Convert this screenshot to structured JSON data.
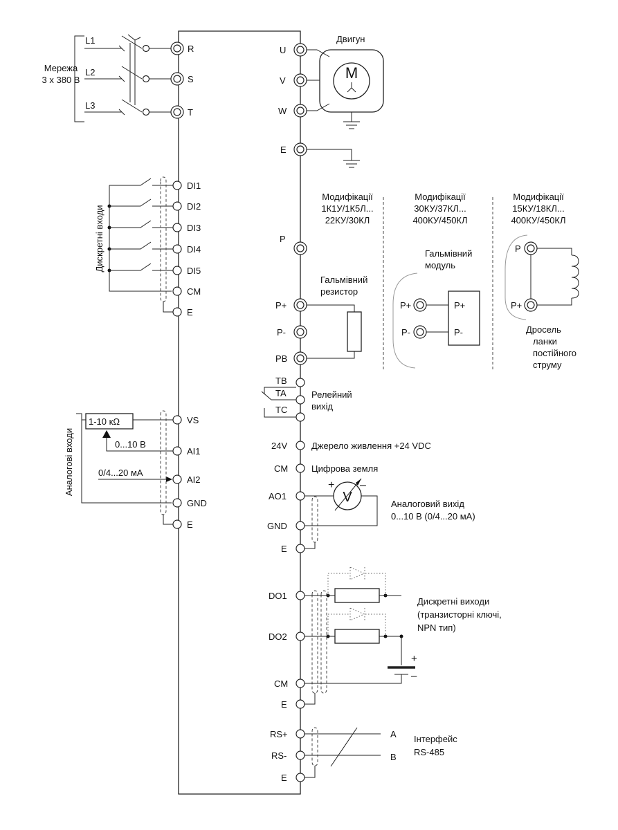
{
  "network": {
    "label_line1": "Мережа",
    "label_line2": "3 x 380 В",
    "lines": [
      "L1",
      "L2",
      "L3"
    ]
  },
  "power_terminals": [
    "R",
    "S",
    "T"
  ],
  "motor": {
    "title": "Двигун",
    "symbol": "M",
    "terminals": [
      "U",
      "V",
      "W"
    ],
    "earth": "E"
  },
  "digital_inputs": {
    "group_label": "Дискретні входи",
    "terminals": [
      "DI1",
      "DI2",
      "DI3",
      "DI4",
      "DI5",
      "CM",
      "E"
    ]
  },
  "analog_inputs": {
    "group_label": "Аналогові входи",
    "pot_label": "1-10 кΩ",
    "voltage_label": "0...10 В",
    "current_label": "0/4...20 мА",
    "terminals": [
      "VS",
      "AI1",
      "AI2",
      "GND",
      "E"
    ]
  },
  "braking": {
    "col1": {
      "line1": "Модифікації",
      "line2": "1К1У/1К5Л...",
      "line3": "22КУ/30КЛ"
    },
    "col2": {
      "line1": "Модифікації",
      "line2": "30КУ/37КЛ...",
      "line3": "400КУ/450КЛ"
    },
    "col3": {
      "line1": "Модифікації",
      "line2": "15КУ/18КЛ...",
      "line3": "400КУ/450КЛ"
    },
    "terminals": [
      "P",
      "P+",
      "P-",
      "PB"
    ],
    "resistor_line1": "Гальмівний",
    "resistor_line2": "резистор",
    "module_line1": "Гальмівний",
    "module_line2": "модуль",
    "module_pins": [
      "P+",
      "P-"
    ],
    "module_box_pins": [
      "P+",
      "P-"
    ],
    "choke_pins": [
      "P",
      "P+"
    ],
    "choke_line1": "Дросель",
    "choke_line2": "ланки",
    "choke_line3": "постійного",
    "choke_line4": "струму"
  },
  "relay": {
    "terminals": [
      "TB",
      "TA",
      "TC"
    ],
    "line1": "Релейний",
    "line2": "вихід"
  },
  "supply": {
    "terminal": "24V",
    "label": "Джерело живлення +24 VDC"
  },
  "ground": {
    "terminal": "CM",
    "label": "Цифрова земля"
  },
  "analog_output": {
    "terminals": [
      "AO1",
      "GND",
      "E"
    ],
    "meter": "V",
    "plus": "+",
    "minus": "–",
    "line1": "Аналоговий вихід",
    "line2": "0...10 В (0/4...20 мА)"
  },
  "digital_outputs": {
    "terminals": [
      "DO1",
      "DO2",
      "CM",
      "E"
    ],
    "line1": "Дискретні виходи",
    "line2": "(транзисторні ключі,",
    "line3": "NPN тип)",
    "battery_plus": "+",
    "battery_minus": "–"
  },
  "rs485": {
    "terminals": [
      "RS+",
      "RS-",
      "E"
    ],
    "lines": [
      "A",
      "B"
    ],
    "line1": "Інтерфейс",
    "line2": "RS-485"
  }
}
